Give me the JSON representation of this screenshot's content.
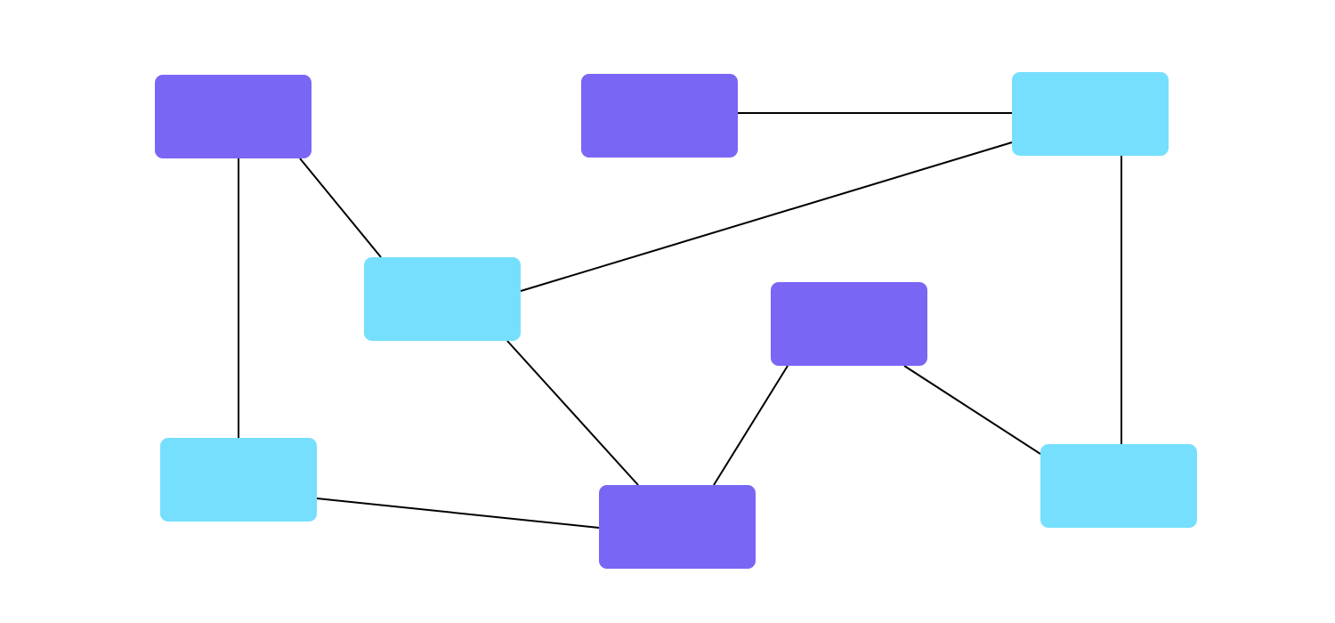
{
  "colors": {
    "purple_node": "#7966F4",
    "cyan_node": "#76DFFD",
    "edge": "#000000",
    "background": "#FFFFFF"
  },
  "nodes": [
    {
      "id": "n1",
      "color": "purple_node"
    },
    {
      "id": "n2",
      "color": "purple_node"
    },
    {
      "id": "n3",
      "color": "cyan_node"
    },
    {
      "id": "n4",
      "color": "cyan_node"
    },
    {
      "id": "n5",
      "color": "purple_node"
    },
    {
      "id": "n6",
      "color": "cyan_node"
    },
    {
      "id": "n7",
      "color": "purple_node"
    },
    {
      "id": "n8",
      "color": "cyan_node"
    }
  ],
  "edges": [
    {
      "from": "n1",
      "to": "n6"
    },
    {
      "from": "n1",
      "to": "n4"
    },
    {
      "from": "n2",
      "to": "n3"
    },
    {
      "from": "n3",
      "to": "n4"
    },
    {
      "from": "n3",
      "to": "n8"
    },
    {
      "from": "n4",
      "to": "n7"
    },
    {
      "from": "n5",
      "to": "n7"
    },
    {
      "from": "n5",
      "to": "n8"
    },
    {
      "from": "n6",
      "to": "n7"
    }
  ]
}
